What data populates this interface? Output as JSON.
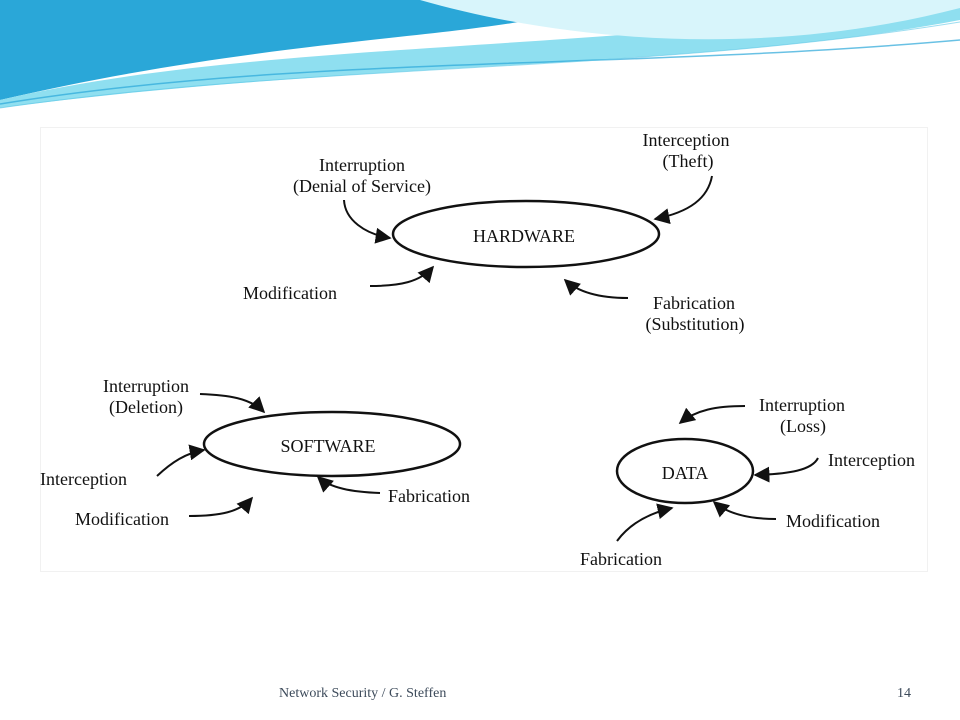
{
  "colors": {
    "wave_deep": "#2aa7d8",
    "wave_light": "#8fdff0",
    "wave_pale": "#d8f5fb",
    "ink": "#111111",
    "footer_text": "#3c4a5a"
  },
  "diagram": {
    "hardware": {
      "title": "HARDWARE",
      "threats": {
        "interruption": {
          "line1": "Interruption",
          "line2": "(Denial of Service)"
        },
        "interception": {
          "line1": "Interception",
          "line2": "(Theft)"
        },
        "modification": {
          "line1": "Modification"
        },
        "fabrication": {
          "line1": "Fabrication",
          "line2": "(Substitution)"
        }
      }
    },
    "software": {
      "title": "SOFTWARE",
      "threats": {
        "interruption": {
          "line1": "Interruption",
          "line2": "(Deletion)"
        },
        "interception": {
          "line1": "Interception"
        },
        "modification": {
          "line1": "Modification"
        },
        "fabrication": {
          "line1": "Fabrication"
        }
      }
    },
    "data": {
      "title": "DATA",
      "threats": {
        "interruption": {
          "line1": "Interruption",
          "line2": "(Loss)"
        },
        "interception": {
          "line1": "Interception"
        },
        "modification": {
          "line1": "Modification"
        },
        "fabrication": {
          "line1": "Fabrication"
        }
      }
    }
  },
  "footer": {
    "credit": "Network Security / G. Steffen",
    "slide_number": "14"
  }
}
